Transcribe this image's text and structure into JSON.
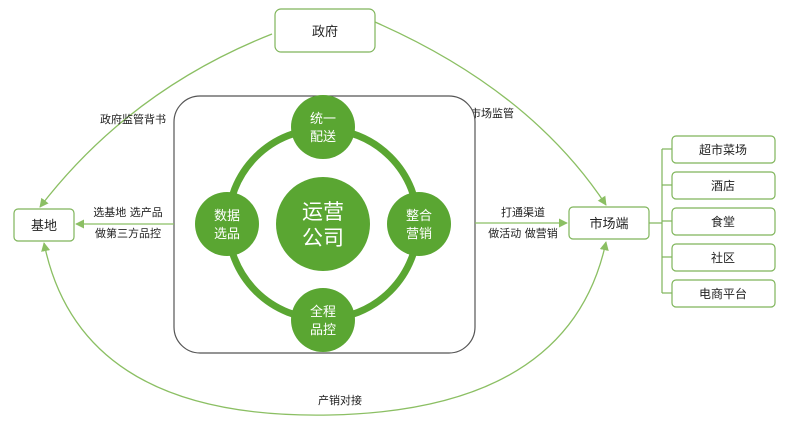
{
  "nodes": {
    "government": "政府",
    "base": "基地",
    "market": "市场端",
    "center_line1": "运营",
    "center_line2": "公司",
    "top_line1": "统一",
    "top_line2": "配送",
    "left_line1": "数据",
    "left_line2": "选品",
    "right_line1": "整合",
    "right_line2": "营销",
    "bottom_line1": "全程",
    "bottom_line2": "品控"
  },
  "labels": {
    "gov_endorse": "政府监管背书",
    "market_supervise": "市场监管",
    "base_line1": "选基地 选产品",
    "base_line2": "做第三方品控",
    "market_line1": "打通渠道",
    "market_line2": "做活动 做营销",
    "production_sales": "产销对接"
  },
  "channels": [
    "超市菜场",
    "酒店",
    "食堂",
    "社区",
    "电商平台"
  ],
  "colors": {
    "green": "#5aa632",
    "line": "#8bbf63",
    "border": "#7fb55a"
  }
}
